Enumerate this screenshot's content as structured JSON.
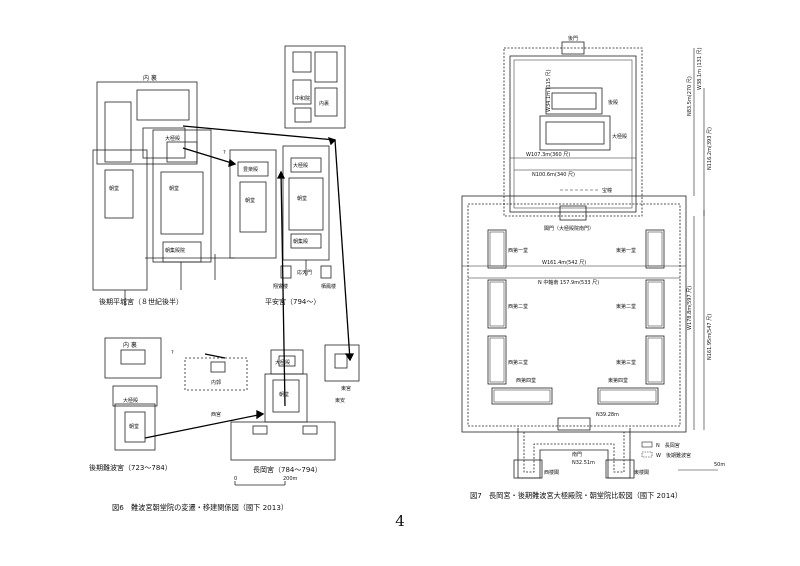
{
  "fig6": {
    "caption": "図6　難波宮朝堂院の変遷・移建関係図（國下 2013）",
    "labels": {
      "kohei_title": "後期平城宮（８世紀後半）",
      "heian_title": "平安宮（794～）",
      "nagaoka_title": "長岡宮（784～794）",
      "naniwa_title": "後期難波宮（723～784）",
      "dairi_1": "内 裏",
      "dairi_2": "内 裏",
      "daigokuden_1": "大極殿",
      "daigokuden_2": "大極殿",
      "daigokuden_3": "大極殿",
      "daigokuden_4": "大極殿",
      "burakuden": "豊楽殿",
      "chodo_1": "朝堂",
      "chodo_2": "朝堂",
      "chodo_3": "朝堂",
      "chodo_4": "朝堂",
      "chodo_5": "朝堂",
      "chodo_6": "朝堂",
      "chodoin_hall": "朝集殿院",
      "chodo_hall": "朝集殿",
      "ryuseki": "栖鳳楼",
      "soryu": "翔鸞楼",
      "otenmon": "応天門",
      "chuwain": "中和院",
      "dairi_small": "内裏",
      "naitei": "内郭",
      "nishimiya": "西宮",
      "higashimiya": "東宮",
      "east_pal": "東安",
      "q1": "?",
      "q2": "?",
      "scale_0": "0",
      "scale_200": "200m"
    }
  },
  "fig7": {
    "caption": "図7　長岡宮・後期難波宮大極殿院・朝堂院比較図（國下 2014）",
    "labels": {
      "komon": "後門",
      "koden": "後殿",
      "daigokuden": "大極殿",
      "hodo": "宝幢",
      "kakumon": "閣門（大極殿院南門）",
      "w1": "W107.3m(360 尺)",
      "n1": "N100.6m(340 尺)",
      "w2": "W161.4m(542 尺)",
      "n2": "N 中軸南 157.9m(533 尺)",
      "west_court": "西第四堂",
      "east_court": "東第四堂",
      "w3": "W38.1m (131 尺)",
      "w4": "W34.1m (115 尺)",
      "n3": "N83.5m(270 尺)",
      "n4": "N116.2m(393 尺)",
      "w5": "W178.8m(597 尺)",
      "n5": "N161.95m(547 尺)",
      "n_small": "N39.28m",
      "n_small2": "N32.51m",
      "minami_mon": "南門",
      "saiden": "西楼閣",
      "toden": "東楼閣",
      "legend_n": "N　長岡宮",
      "legend_w": "W　後期難波宮",
      "west_hall_1": "西第一堂",
      "west_hall_2": "西第二堂",
      "west_hall_3": "西第三堂",
      "east_hall_1": "東第一堂",
      "east_hall_2": "東第二堂",
      "east_hall_3": "東第三堂",
      "scale": "50m"
    }
  },
  "page_number": "4"
}
